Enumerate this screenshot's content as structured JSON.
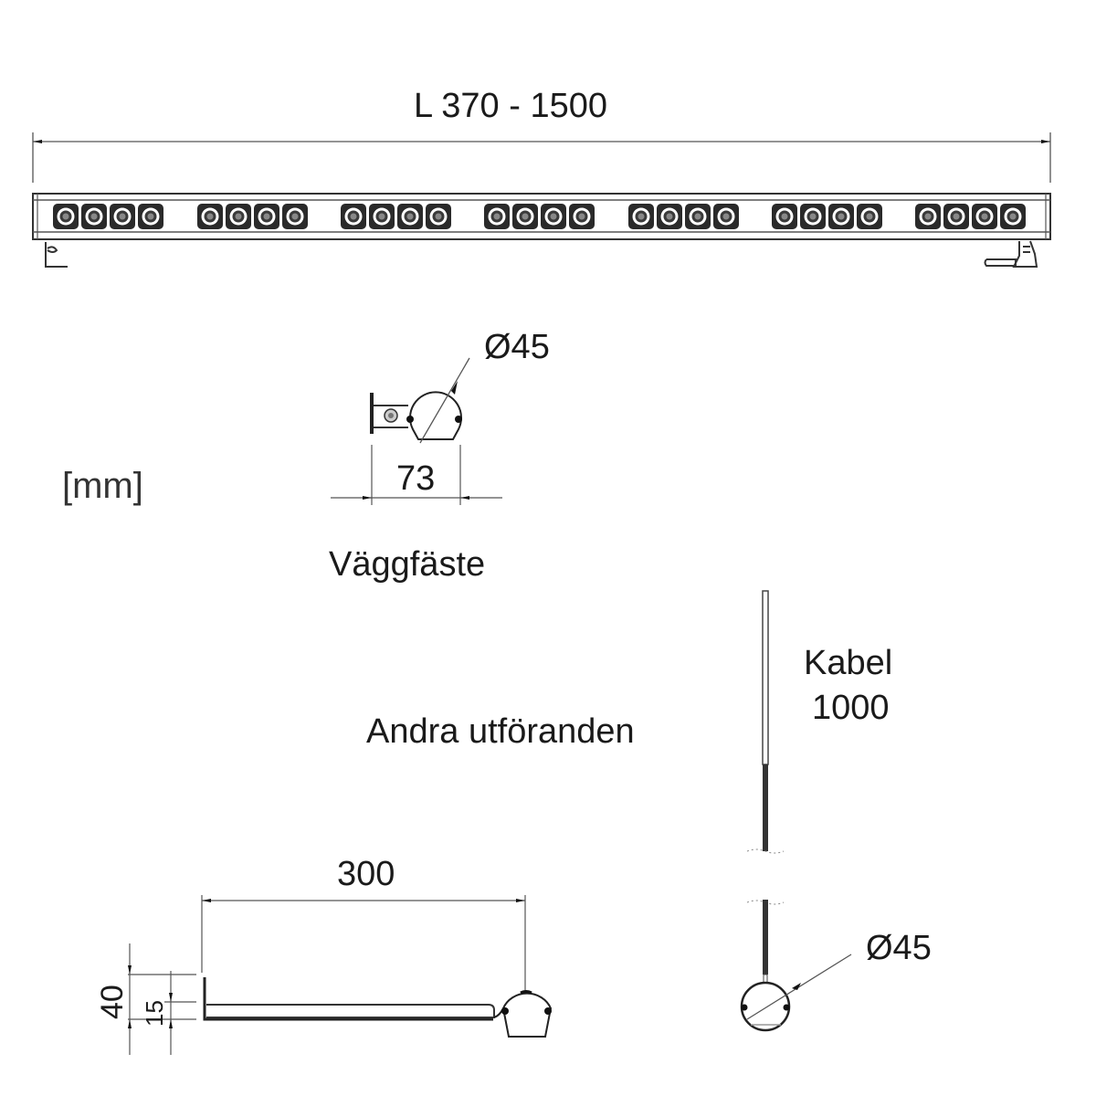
{
  "drawing": {
    "overall_length": "L 370 - 1500",
    "unit": "[mm]",
    "bar": {
      "led_groups": 7,
      "leds_per_group": 4
    },
    "wall_bracket": {
      "title": "Väggfäste",
      "diameter": "Ø45",
      "width": "73"
    },
    "other_versions": {
      "title": "Andra utföranden",
      "arm": {
        "length": "300",
        "height": "40",
        "thickness": "15"
      },
      "pendant": {
        "cable_label": "Kabel",
        "cable_length": "1000",
        "diameter": "Ø45"
      }
    }
  }
}
